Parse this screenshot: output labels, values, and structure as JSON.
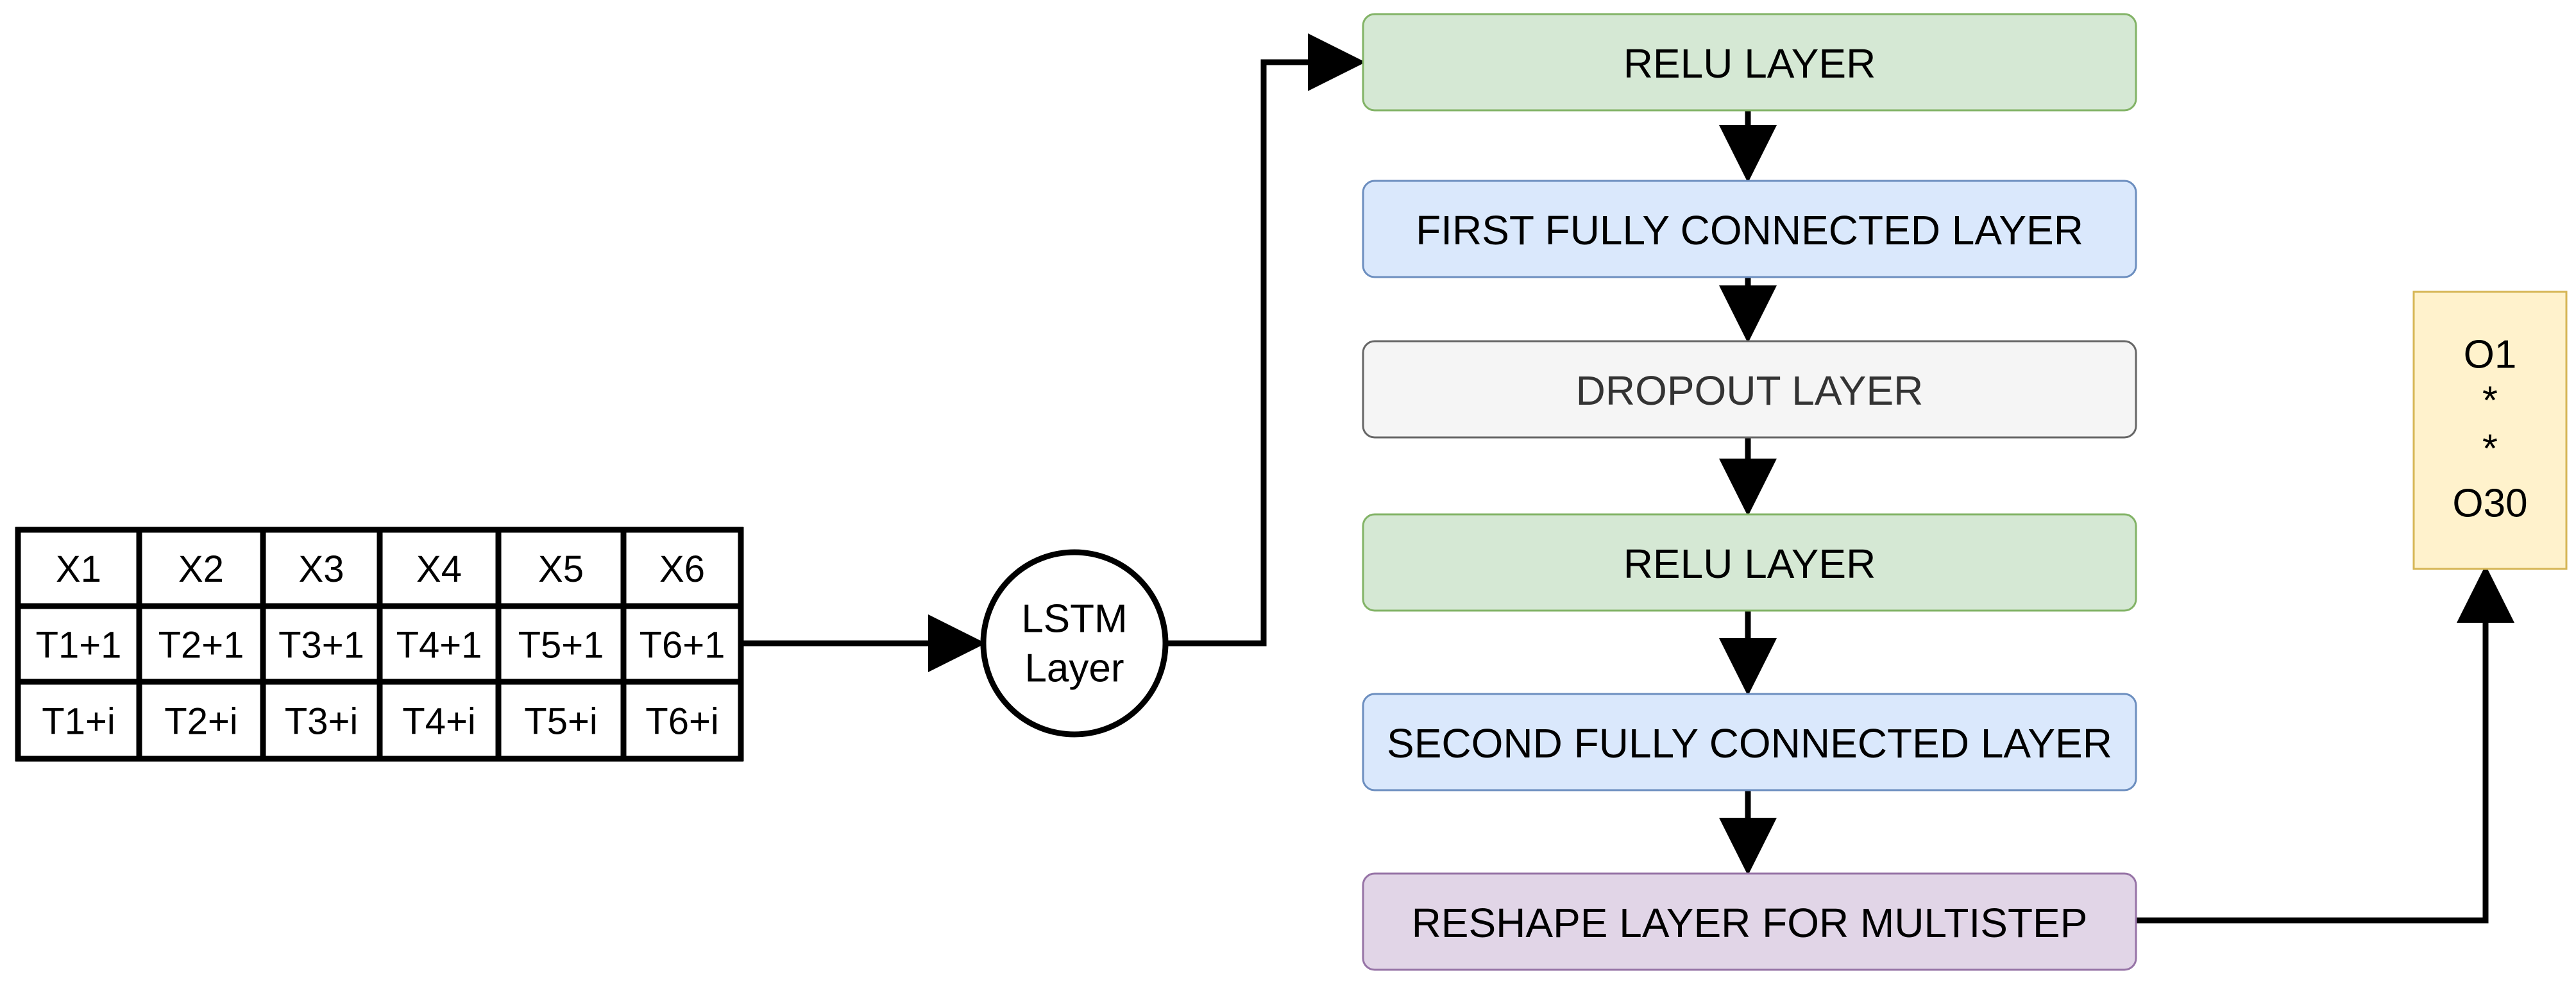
{
  "input_table": {
    "rows": [
      [
        "X1",
        "X2",
        "X3",
        "X4",
        "X5",
        "X6"
      ],
      [
        "T1+1",
        "T2+1",
        "T3+1",
        "T4+1",
        "T5+1",
        "T6+1"
      ],
      [
        "T1+i",
        "T2+i",
        "T3+i",
        "T4+i",
        "T5+i",
        "T6+i"
      ]
    ]
  },
  "lstm": {
    "line1": "LSTM",
    "line2": "Layer"
  },
  "layers": [
    {
      "label": "RELU LAYER",
      "fill": "#d5e8d4",
      "stroke": "#82b366",
      "text_color": "#000000"
    },
    {
      "label": "FIRST FULLY CONNECTED LAYER",
      "fill": "#dae8fc",
      "stroke": "#6c8ebf",
      "text_color": "#000000"
    },
    {
      "label": "DROPOUT LAYER",
      "fill": "#f5f5f5",
      "stroke": "#666666",
      "text_color": "#333333"
    },
    {
      "label": "RELU LAYER",
      "fill": "#d5e8d4",
      "stroke": "#82b366",
      "text_color": "#000000"
    },
    {
      "label": "SECOND FULLY CONNECTED LAYER",
      "fill": "#dae8fc",
      "stroke": "#6c8ebf",
      "text_color": "#000000"
    },
    {
      "label": "RESHAPE LAYER FOR MULTISTEP",
      "fill": "#e1d5e7",
      "stroke": "#9673a6",
      "text_color": "#000000"
    }
  ],
  "output": {
    "lines": [
      "O1",
      "*",
      "*",
      "O30"
    ],
    "fill": "#fff2cc",
    "stroke": "#d6b656"
  }
}
